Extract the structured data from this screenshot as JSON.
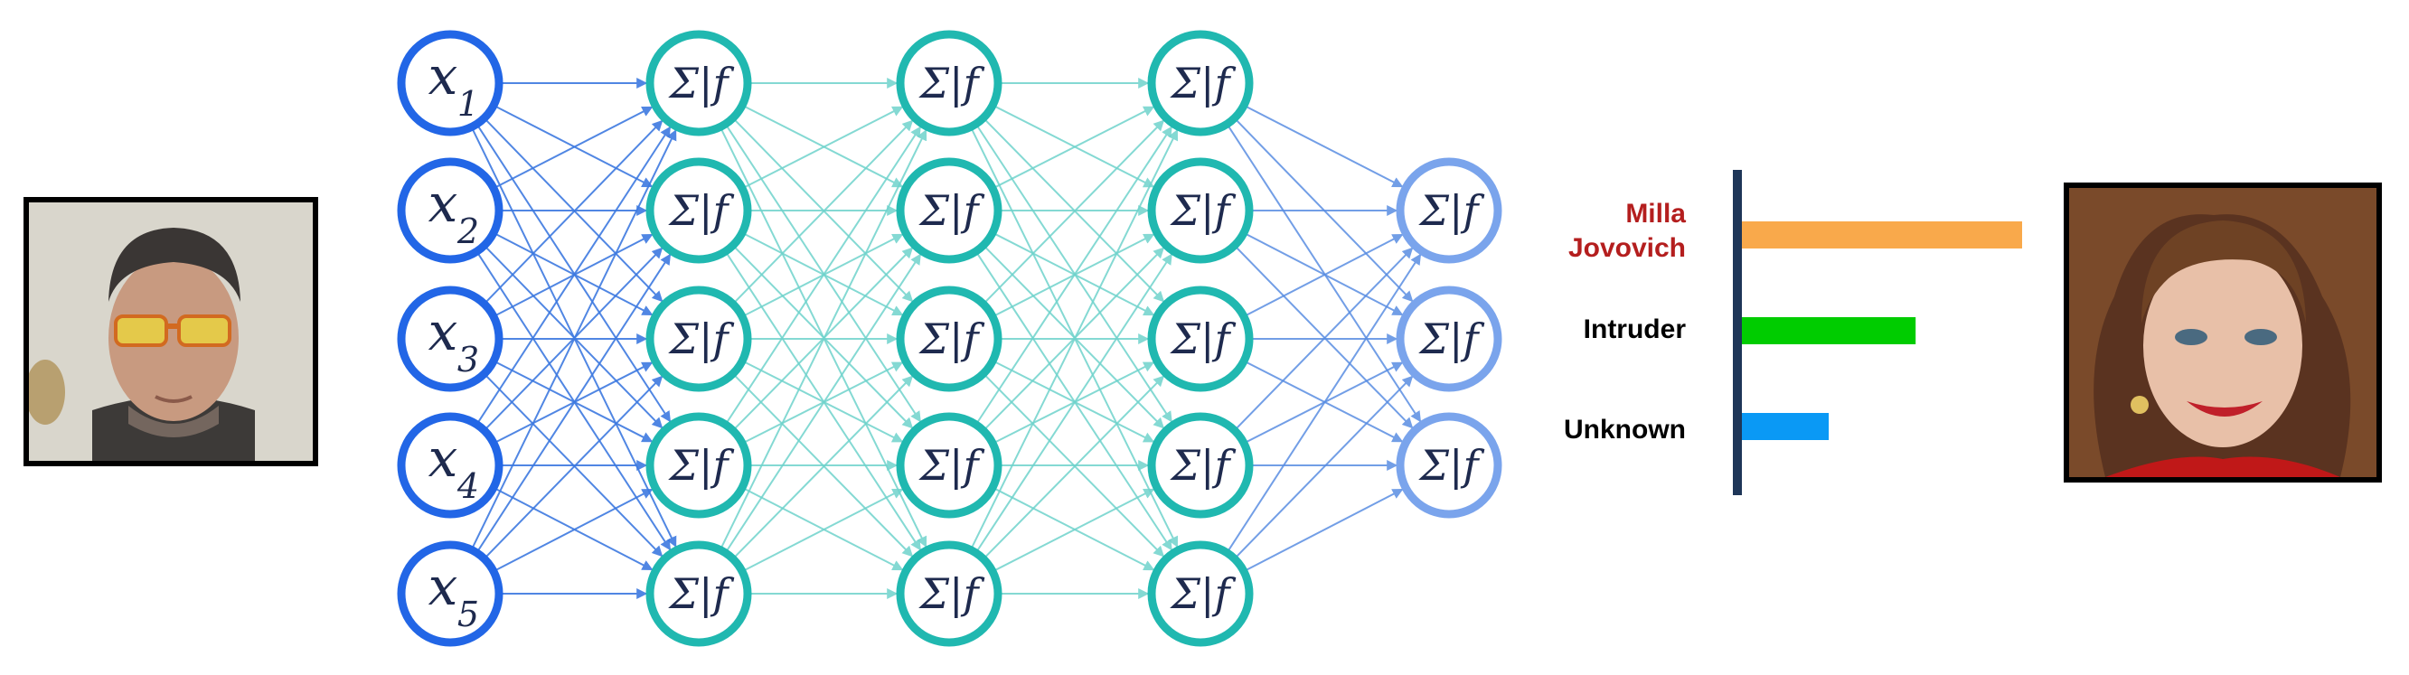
{
  "diagram": {
    "inputs": [
      {
        "var": "x",
        "sub": "1"
      },
      {
        "var": "x",
        "sub": "2"
      },
      {
        "var": "x",
        "sub": "3"
      },
      {
        "var": "x",
        "sub": "4"
      },
      {
        "var": "x",
        "sub": "5"
      }
    ],
    "neuron_sigma": "Σ",
    "neuron_sep": "|",
    "neuron_f": "f",
    "hidden_layers": 3,
    "hidden_size": 5,
    "output_size": 3
  },
  "chart_data": {
    "type": "bar",
    "orientation": "horizontal",
    "categories": [
      "Milla Jovovich",
      "Intruder",
      "Unknown"
    ],
    "values": [
      1.0,
      0.62,
      0.31
    ],
    "colors": [
      "#f9a94b",
      "#00cc00",
      "#0a99f5"
    ],
    "label_colors": [
      "#b41e1e",
      "#000000",
      "#000000"
    ],
    "title": "",
    "xlabel": "",
    "ylabel": ""
  },
  "labels": {
    "milla_line1": "Milla",
    "milla_line2": "Jovovich",
    "intruder": "Intruder",
    "unknown": "Unknown"
  },
  "colors": {
    "input_ring": "#2266e6",
    "hidden_ring": "#20b8b0",
    "output_ring": "#7aa4ec",
    "text": "#1e2a4e",
    "axis": "#1e3658"
  }
}
